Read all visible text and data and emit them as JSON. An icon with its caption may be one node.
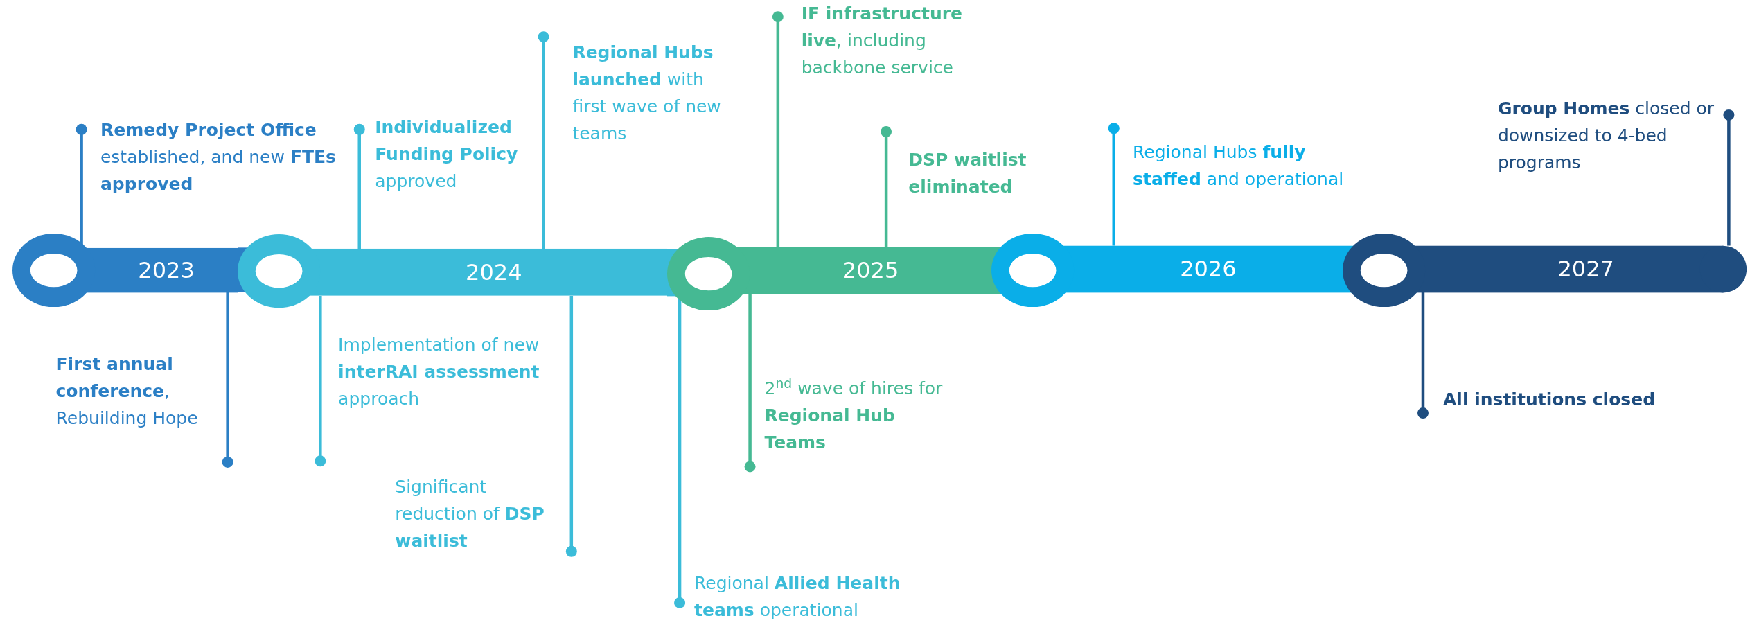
{
  "diagram": {
    "nodes": [
      {
        "text": [
          "2023"
        ]
      },
      {
        "text": [
          "2024"
        ]
      },
      {
        "text": [
          "2025"
        ]
      },
      {
        "text": [
          "2026"
        ]
      },
      {
        "text": [
          "2027"
        ]
      },
      {
        "text": [
          "**Remedy Project Office** established, and new **FTEs approved**"
        ]
      },
      {
        "text": [
          "**Individualized Funding Policy** approved"
        ]
      },
      {
        "text": [
          "**Regional Hubs launched** with first wave of new teams"
        ]
      },
      {
        "text": [
          "**IF infrastructure live**, including backbone service"
        ]
      },
      {
        "text": [
          "DSP waitlist eliminated"
        ]
      },
      {
        "text": [
          "Regional Hubs **fully staffed** and operational"
        ]
      },
      {
        "text": [
          "**Group Homes** closed or downsized to 4-bed programs"
        ]
      },
      {
        "text": [
          "**First annual conference**, Rebuilding Hope"
        ]
      },
      {
        "text": [
          "Implementation of new **interRAI assessment** approach"
        ]
      },
      {
        "text": [
          "Significant reduction of **DSP waitlist**"
        ]
      },
      {
        "text": [
          "Regional **Allied Health teams** operational"
        ]
      },
      {
        "text": [
          "2$^{nd}$ wave of hires for **Regional Hub Teams**"
        ]
      },
      {
        "text": [
          "All institutions closed"
        ]
      }
    ],
    "edges": [
      {
        "from": 5,
        "to": 0,
        "arrow": "other",
        "color": "#2b7fc5"
      },
      {
        "from": 6,
        "to": 1,
        "arrow": "other",
        "color": "#3bbcd9"
      },
      {
        "from": 7,
        "to": 1,
        "arrow": "other",
        "color": "#3bbcd9"
      },
      {
        "from": 8,
        "to": 2,
        "arrow": "other",
        "color": "#45b993"
      },
      {
        "from": 9,
        "to": 2,
        "arrow": "other",
        "color": "#45b993"
      },
      {
        "from": 10,
        "to": 3,
        "arrow": "other",
        "color": "#0aaee8"
      },
      {
        "from": 11,
        "to": 4,
        "arrow": "other",
        "color": "#1f4d7f"
      },
      {
        "from": 12,
        "to": 0,
        "arrow": "other",
        "color": "#2b7fc5"
      },
      {
        "from": 13,
        "to": 1,
        "arrow": "other",
        "color": "#3bbcd9"
      },
      {
        "from": 14,
        "to": 1,
        "arrow": "other",
        "color": "#3bbcd9"
      },
      {
        "from": 15,
        "to": 1,
        "arrow": "other",
        "color": "#3bbcd9"
      },
      {
        "from": 16,
        "to": 2,
        "arrow": "other",
        "color": "#45b993"
      },
      {
        "from": 17,
        "to": 4,
        "arrow": "other",
        "color": "#1f4d7f"
      }
    ]
  }
}
